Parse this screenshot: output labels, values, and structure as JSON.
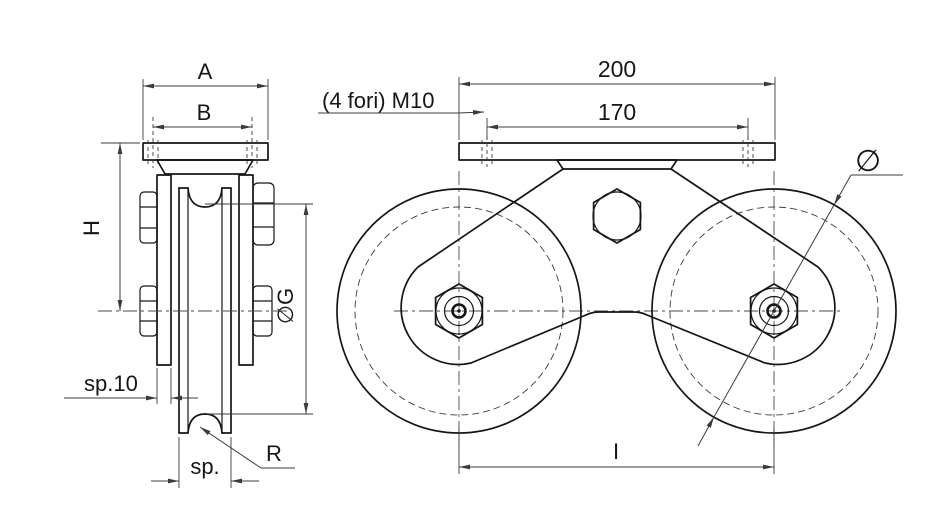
{
  "drawing": {
    "kind": "technical-drawing-double-pulley",
    "background": "#ffffff",
    "line_color": "#161616",
    "dim_color": "#3b3b3b",
    "side_view": {
      "dims": {
        "plate_width": "A",
        "hole_pitch": "B",
        "height": "H",
        "groove_diameter": "∅G",
        "plate_thickness": "sp.10",
        "wheel_thickness": "sp.",
        "groove_radius": "R"
      }
    },
    "front_view": {
      "dims": {
        "plate_width": "200",
        "hole_pitch": "170",
        "holes_note": "(4 fori) M10",
        "wheel_diameter_symbol": "∅",
        "wheel_center_distance": "I"
      }
    }
  }
}
